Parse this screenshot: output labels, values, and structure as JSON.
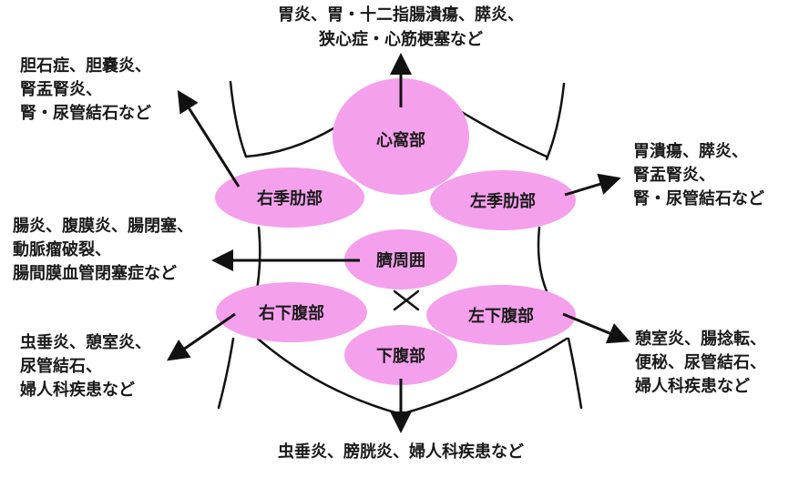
{
  "colors": {
    "region_fill": "#f4a0ec",
    "line": "#111111"
  },
  "regions": {
    "epigastric": "心窩部",
    "right_hypochondriac": "右季肋部",
    "left_hypochondriac": "左季肋部",
    "umbilical": "臍周囲",
    "right_lower": "右下腹部",
    "left_lower": "左下腹部",
    "hypogastric": "下腹部"
  },
  "diseases": {
    "epigastric": [
      "胃炎、胃・十二指腸潰瘍、膵炎、",
      "狭心症・心筋梗塞など"
    ],
    "right_hypochondriac": [
      "胆石症、胆嚢炎、",
      "腎盂腎炎、",
      "腎・尿管結石など"
    ],
    "left_hypochondriac": [
      "胃潰瘍、膵炎、",
      "腎盂腎炎、",
      "腎・尿管結石など"
    ],
    "umbilical": [
      "腸炎、腹膜炎、腸閉塞、",
      "動脈瘤破裂、",
      "腸間膜血管閉塞症など"
    ],
    "right_lower": [
      "虫垂炎、憩室炎、",
      "尿管結石、",
      "婦人科疾患など"
    ],
    "left_lower": [
      "憩室炎、腸捻転、",
      "便秘、尿管結石、",
      "婦人科疾患など"
    ],
    "hypogastric": [
      "虫垂炎、膀胱炎、婦人科疾患など"
    ]
  }
}
